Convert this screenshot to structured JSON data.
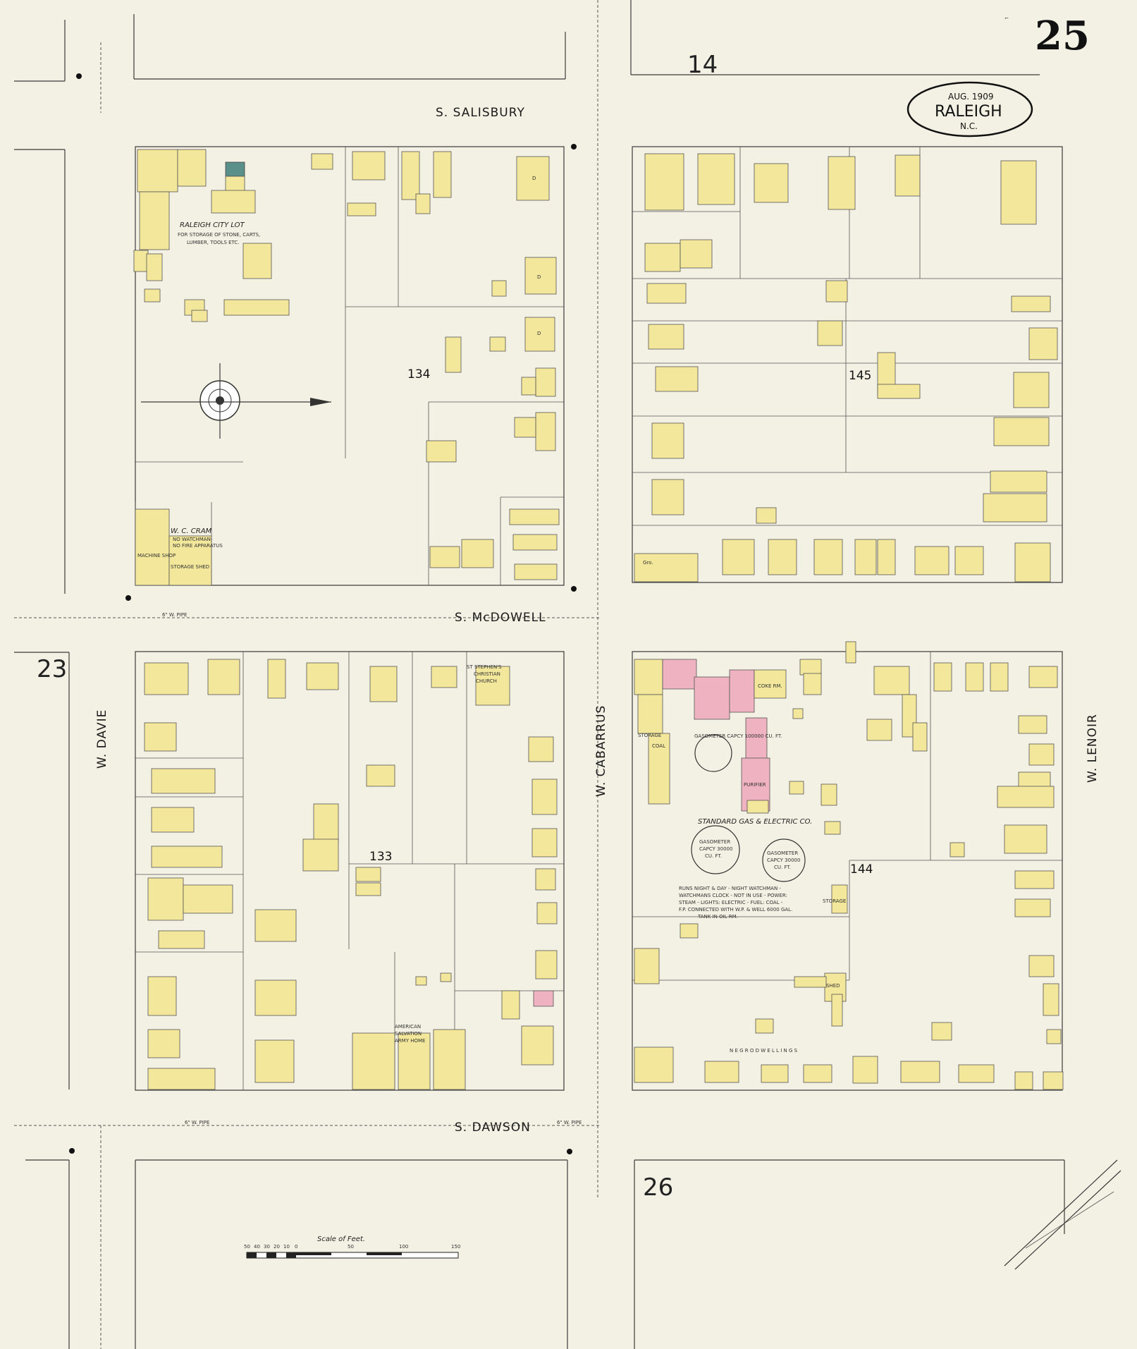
{
  "page_number": "25",
  "stamp": {
    "date": "AUG. 1909",
    "city": "RALEIGH",
    "state": "N.C."
  },
  "adjacent_sheets": {
    "north": "14",
    "west": "23",
    "south": "26"
  },
  "streets": {
    "top": "S. SALISBURY",
    "middle": "S. McDOWELL",
    "bottom": "S. DAWSON",
    "west": "W. DAVIE",
    "center": "W. CABARRUS",
    "east": "W. LENOIR"
  },
  "blocks": [
    "134",
    "145",
    "133",
    "144"
  ],
  "labels": {
    "city_lot_title": "RALEIGH CITY LOT",
    "city_lot_desc_1": "FOR STORAGE OF STONE, CARTS,",
    "city_lot_desc_2": "LUMBER, TOOLS ETC.",
    "cram": "W. C. CRAM",
    "cram_note_1": "NO WATCHMAN-",
    "cram_note_2": "NO FIRE APPARATUS",
    "machine_shop": "MACHINE SHOP",
    "storage_shed": "STORAGE SHED",
    "church_1": "ST STEPHEN'S",
    "church_2": "CHRISTIAN",
    "church_3": "CHURCH",
    "salvation_1": "AMERICAN",
    "salvation_2": "SALVATION",
    "salvation_3": "ARMY HOME",
    "gas_co": "STANDARD GAS & ELECTRIC CO.",
    "gasometer_1": "GASOMETER CAPCY 100000 CU. FT.",
    "gasometer_2a": "GASOMETER",
    "gasometer_2b": "CAPCY 30000",
    "gasometer_2c": "CU. FT.",
    "gasometer_3a": "GASOMETER",
    "gasometer_3b": "CAPCY 30000",
    "gasometer_3c": "CU. FT.",
    "gas_note_1": "RUNS NIGHT & DAY - NIGHT WATCHMAN -",
    "gas_note_2": "WATCHMANS CLOCK - NOT IN USE - POWER:",
    "gas_note_3": "STEAM - LIGHTS: ELECTRIC - FUEL: COAL -",
    "gas_note_4": "F.P. CONNECTED WITH W.P. & WELL 6000 GAL.",
    "gas_note_5": "TANK IN OIL RM.",
    "purifier": "PURIFIER",
    "coke_rm": "COKE RM.",
    "coal": "COAL",
    "storage": "STORAGE",
    "shed": "SHED",
    "negro_dwellings": "N E G R O   D W E L L I N G S",
    "pipe_6w": "6\" W. PIPE",
    "scale_title": "Scale of Feet.",
    "scale_ticks": [
      "50",
      "40",
      "30",
      "20",
      "10",
      "0",
      "50",
      "100",
      "150"
    ],
    "dwelling": "D",
    "grocery": "Gro."
  },
  "colors": {
    "paper": "#f3f1e4",
    "frame_building": "#f2e79a",
    "brick_building": "#eeb2c0",
    "special": "#5b8f8a"
  }
}
